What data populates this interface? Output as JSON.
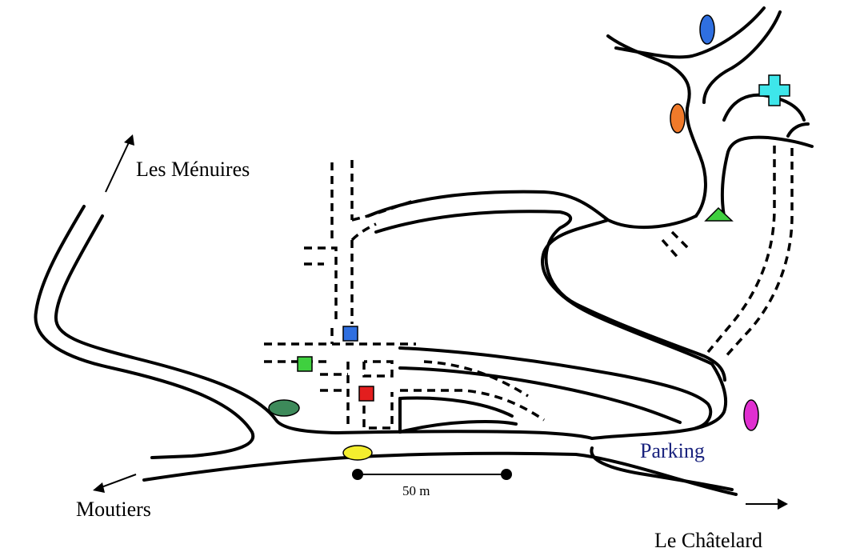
{
  "labels": {
    "les_menuires": "Les  Ménuires",
    "moutiers": "Moutiers",
    "le_chatelard": "Le Châtelard",
    "parking": "Parking"
  },
  "scale": {
    "text": "50 m"
  },
  "colors": {
    "road": "#000000",
    "parking_text": "#1a237e",
    "blue_oval": "#2f6fe0",
    "cyan_cross": "#3ee6ea",
    "orange_oval": "#f07a2a",
    "green_triangle": "#3fd03f",
    "blue_square": "#2f6fe0",
    "green_square": "#3fd03f",
    "red_square": "#e31e1e",
    "darkgreen_oval": "#3d8a5a",
    "yellow_oval": "#f4ee2e",
    "magenta_oval": "#e02fd0"
  },
  "markers": [
    {
      "icon": "blue-oval-marker"
    },
    {
      "icon": "cyan-cross-marker"
    },
    {
      "icon": "orange-oval-marker"
    },
    {
      "icon": "green-triangle-marker"
    },
    {
      "icon": "blue-square-marker"
    },
    {
      "icon": "green-square-marker"
    },
    {
      "icon": "red-square-marker"
    },
    {
      "icon": "darkgreen-oval-marker"
    },
    {
      "icon": "yellow-oval-marker"
    },
    {
      "icon": "magenta-oval-marker"
    }
  ]
}
